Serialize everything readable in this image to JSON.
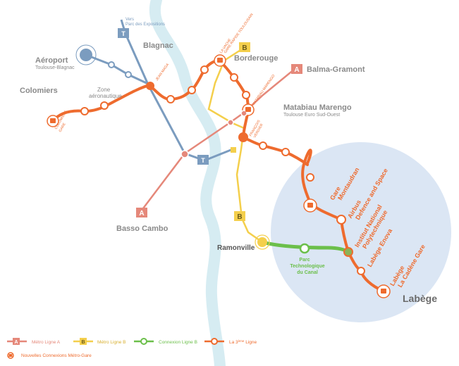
{
  "colors": {
    "line_a": "#e5887a",
    "line_b": "#f4cf4c",
    "connexion_b": "#6bbf4a",
    "ligne3": "#ee6b2e",
    "tram": "#7b9cbf",
    "river": "#d6ecf2",
    "labege_zone": "#dbe6f4",
    "label_grey": "#8a8a8a"
  },
  "labels": {
    "vers_expo": [
      "Vers",
      "Parc des Expositions"
    ],
    "blagnac": "Blagnac",
    "aeroport": [
      "Aéroport",
      "Toulouse-Blagnac"
    ],
    "colomiers": "Colomiers",
    "zone_aero": [
      "Zone",
      "aéronautique"
    ],
    "colomiers_gare": [
      "COLOMIERS",
      "GARE"
    ],
    "jean_maga": "JEAN MAGA",
    "la_vache": [
      "LA VACHE",
      "GARE RAPIDE TOULOUSAIN"
    ],
    "bordrouge": "Borderouge",
    "balma": "Balma-Gramont",
    "matabiau_small": "MATABIAU MARENGO",
    "matabiau": [
      "Matabiau Marengo",
      "Toulouse Euro Sud-Ouest"
    ],
    "francois_verdier": [
      "FRANÇOIS",
      "VERDIER"
    ],
    "basso_cambo": "Basso Cambo",
    "ramonville": "Ramonville",
    "parc_tech": [
      "Parc",
      "Technologique",
      "du Canal"
    ],
    "labege": "Labège",
    "gare_montaudran": [
      "Gare",
      "Montaudran"
    ],
    "airbus": [
      "Airbus",
      "Defence and Space"
    ],
    "inp": [
      "Institut National",
      "Polytechnique"
    ],
    "labege_enova": "Labège Enova",
    "labege_cadene": [
      "Labège",
      "La Cadène Gare"
    ]
  },
  "badges": {
    "line_a": "A",
    "line_b": "B",
    "tram": "T"
  },
  "legend": {
    "metro_a": "Métro Ligne A",
    "metro_b": "Métro Ligne B",
    "connexion_b": "Connexion Ligne B",
    "ligne3_prefix": "La 3",
    "ligne3_sup": "ème",
    "ligne3_suffix": " Ligne",
    "nouvelles": "Nouvelles Connexions Métro-Gare"
  }
}
